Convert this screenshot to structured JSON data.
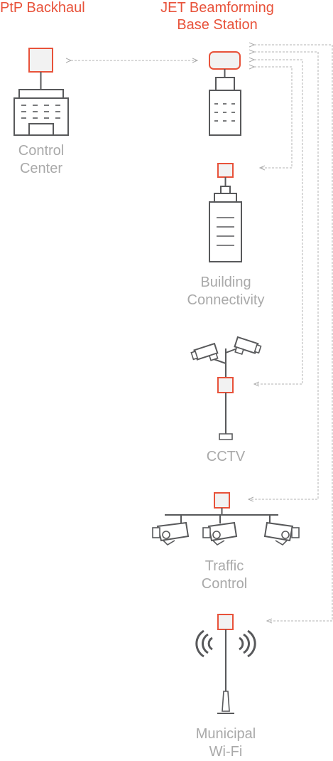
{
  "headings": {
    "ptp": "PtP Backhaul",
    "jet_line1": "JET Beamforming",
    "jet_line2": "Base Station"
  },
  "labels": {
    "control_center": [
      "Control",
      "Center"
    ],
    "building": [
      "Building",
      "Connectivity"
    ],
    "cctv": [
      "CCTV"
    ],
    "traffic": [
      "Traffic",
      "Control"
    ],
    "wifi": [
      "Municipal",
      "Wi-Fi"
    ]
  },
  "icons": [
    "control-center-icon",
    "base-station-icon",
    "building-icon",
    "cctv-icon",
    "traffic-camera-icon",
    "wifi-pole-icon"
  ],
  "colors": {
    "accent": "#e8523a",
    "icon_stroke": "#58595b",
    "label_gray": "#a9a9a9",
    "link_gray": "#a9a9a9"
  }
}
